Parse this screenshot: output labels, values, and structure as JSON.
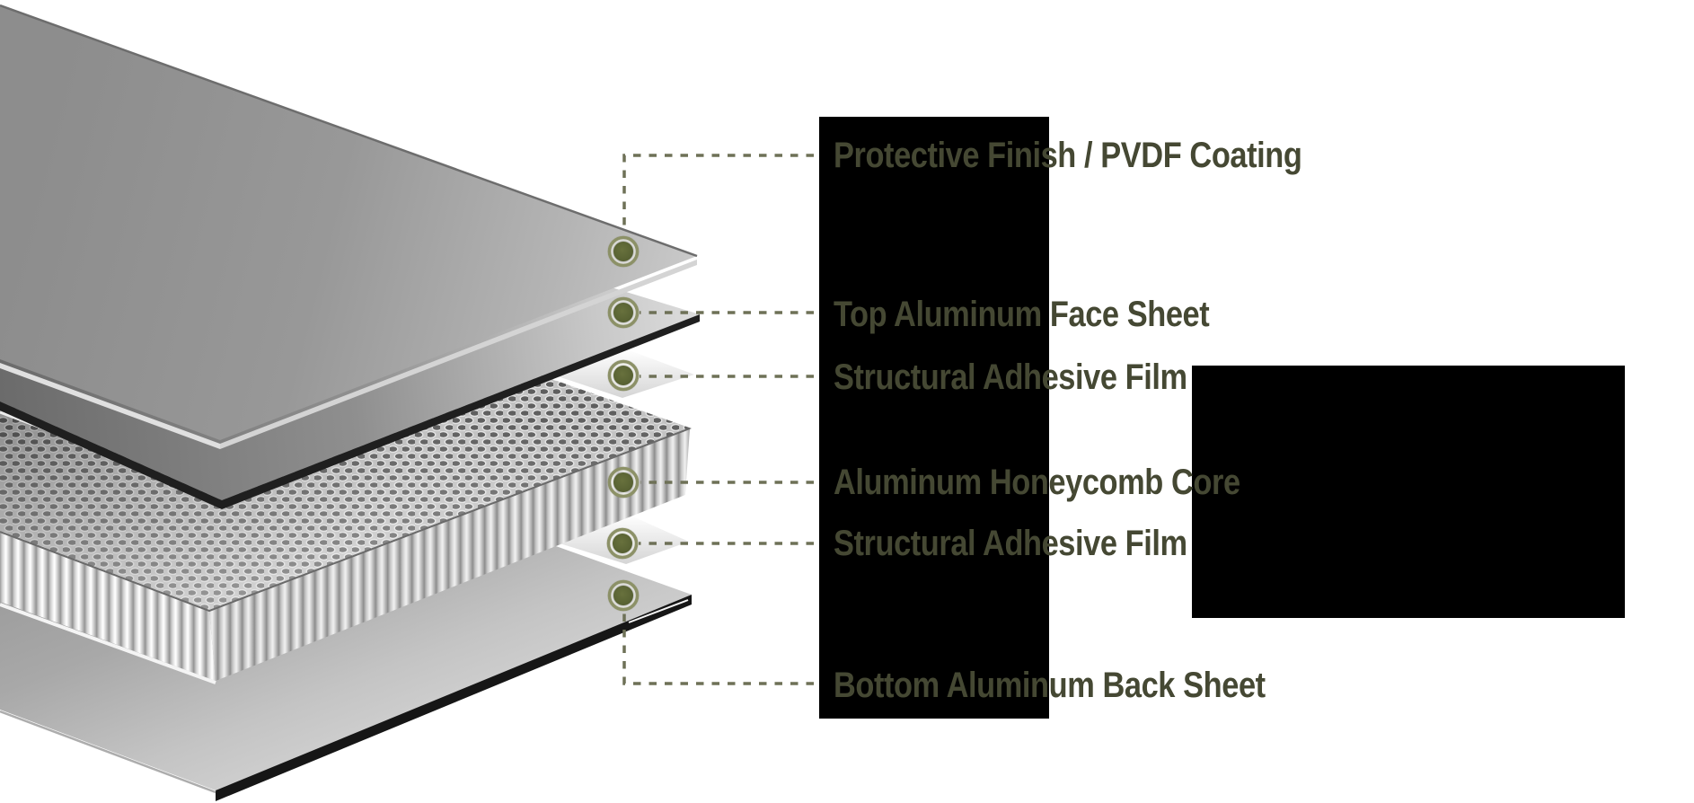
{
  "diagram": {
    "subject": "Aluminum honeycomb sandwich panel exploded view",
    "labels": [
      {
        "text": "Protective Finish / PVDF Coating"
      },
      {
        "text": "Top Aluminum Face Sheet"
      },
      {
        "text": "Structural Adhesive Film"
      },
      {
        "text": "Aluminum Honeycomb Core"
      },
      {
        "text": "Structural Adhesive Film"
      },
      {
        "text": "Bottom Aluminum Back Sheet"
      }
    ],
    "colors": {
      "label_text": "#454833",
      "leader_line": "#6e7157",
      "dot_inner": "#5d6639",
      "dot_ring": "#8c9167",
      "redaction_box": "#000000",
      "background": "#ffffff"
    }
  }
}
